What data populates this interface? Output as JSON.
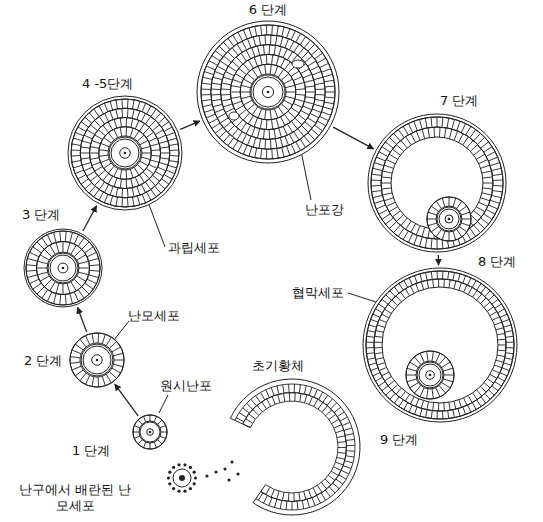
{
  "diagram": {
    "nodes": [
      {
        "text": [
          "1 단계"
        ]
      },
      {
        "text": [
          "2 단계"
        ]
      },
      {
        "text": [
          "3 단계"
        ]
      },
      {
        "text": [
          "4 -5단계"
        ]
      },
      {
        "text": [
          "6 단계"
        ]
      },
      {
        "text": [
          "7 단계"
        ]
      },
      {
        "text": [
          "8 단계"
        ]
      },
      {
        "text": [
          "9 단계"
        ]
      },
      {
        "text": [
          "난구에서 배란된 난모세포"
        ]
      }
    ],
    "edges": [
      {
        "from": 0,
        "to": 1,
        "arrow": "to"
      },
      {
        "from": 1,
        "to": 2,
        "arrow": "to"
      },
      {
        "from": 2,
        "to": 3,
        "arrow": "to"
      },
      {
        "from": 3,
        "to": 4,
        "arrow": "to"
      },
      {
        "from": 4,
        "to": 5,
        "arrow": "to"
      },
      {
        "from": 5,
        "to": 6,
        "arrow": "to"
      }
    ],
    "labels": [
      "원시난포",
      "난모세포",
      "과립세포",
      "난포강",
      "협막세포",
      "초기황체"
    ]
  }
}
